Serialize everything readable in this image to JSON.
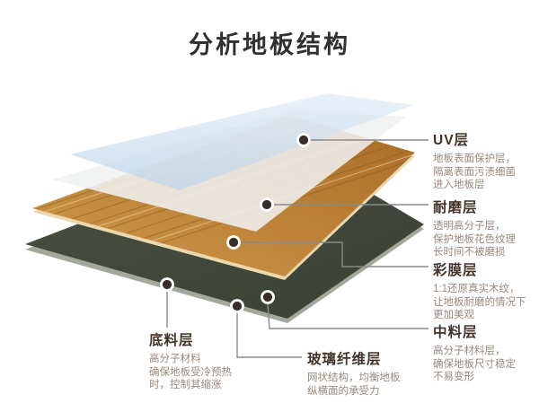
{
  "page": {
    "title": "分析地板结构"
  },
  "callouts": [
    {
      "id": "uv",
      "title": "UV层",
      "desc": [
        "地板表面保护层，",
        "隔离表面污渍细菌",
        "进入地板层"
      ]
    },
    {
      "id": "wear",
      "title": "耐磨层",
      "desc": [
        "透明高分子层，",
        "保护地板花色纹理",
        "长时间不被磨损"
      ]
    },
    {
      "id": "color-film",
      "title": "彩膜层",
      "desc": [
        "1:1还原真实木纹，",
        "让地板耐磨的情况下",
        "更加美观"
      ]
    },
    {
      "id": "middle-material",
      "title": "中料层",
      "desc": [
        "高分子材料层，",
        "确保地板尺寸稳定",
        "不易变形"
      ]
    },
    {
      "id": "base-material",
      "title": "底料层",
      "desc": [
        "高分子材料",
        "确保地板受冷预热",
        "时，控制其缩涨"
      ]
    },
    {
      "id": "glass-fiber",
      "title": "玻璃纤维层",
      "desc": [
        "网状结构，均衡地板",
        "纵横面的承受力"
      ]
    }
  ],
  "layers": [
    {
      "id": "uv-sheet",
      "label": "UV层"
    },
    {
      "id": "wear-sheet",
      "label": "耐磨层"
    },
    {
      "id": "color-film-sheet",
      "label": "彩膜层"
    },
    {
      "id": "core-board",
      "label": "中料层 / 玻璃纤维层 / 底料层"
    }
  ],
  "colors": {
    "background": "#ffffff",
    "uv_sheet_light": "#dfecf7",
    "uv_sheet": "#bcd4ea",
    "wear_sheet": "#f0f1f1",
    "wood_light": "#cf9a4a",
    "wood_dark": "#a96b26",
    "wood_grain": "#8a5a20",
    "wood_seam": "#e3c896",
    "wood_edge": "#ead8ae",
    "board_green_light": "#4a5142",
    "board_green": "#3a4135",
    "board_edge": "#a3a89b",
    "callout_line": "#8a8a8a",
    "callout_dot": "#3a2d26",
    "title_text": "#303030",
    "callout_title_text": "#44332a",
    "callout_desc_text": "#97897d"
  }
}
